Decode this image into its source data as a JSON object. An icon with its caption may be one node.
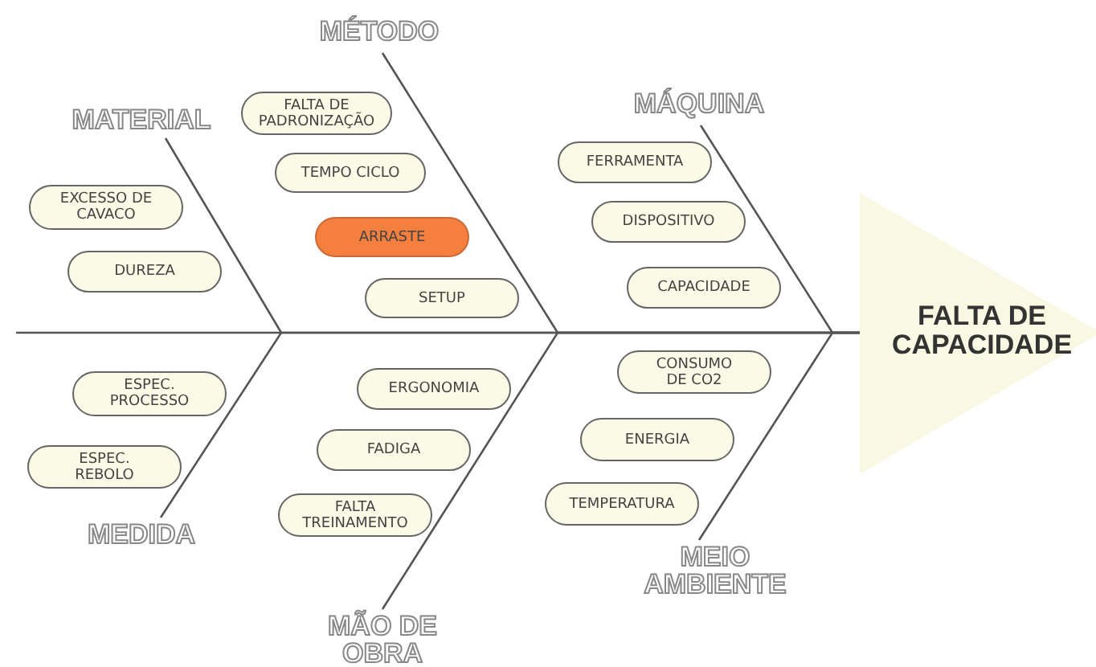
{
  "diagram": {
    "nodes": [
      {
        "text": [
          "MATERIAL"
        ]
      },
      {
        "text": [
          "EXCESSO DE CAVACO"
        ]
      },
      {
        "text": [
          "DUREZA"
        ]
      },
      {
        "text": [
          "MÉTODO"
        ]
      },
      {
        "text": [
          "FALTA DE PADRONIZAÇÃO"
        ]
      },
      {
        "text": [
          "TEMPO CICLO"
        ]
      },
      {
        "text": [
          "ARRASTE"
        ]
      },
      {
        "text": [
          "SETUP"
        ]
      },
      {
        "text": [
          "MÁQUINA"
        ]
      },
      {
        "text": [
          "FERRAMENTA"
        ]
      },
      {
        "text": [
          "DISPOSITIVO"
        ]
      },
      {
        "text": [
          "CAPACIDADE"
        ]
      },
      {
        "text": [
          "FALTA DE CAPACIDADE"
        ]
      },
      {
        "text": [
          "ESPEC. PROCESSO"
        ]
      },
      {
        "text": [
          "ESPEC. REBOLO"
        ]
      },
      {
        "text": [
          "MEDIDA"
        ]
      },
      {
        "text": [
          "ERGONOMIA"
        ]
      },
      {
        "text": [
          "FADIGA"
        ]
      },
      {
        "text": [
          "FALTA TREINAMENTO"
        ]
      },
      {
        "text": [
          "MÃO DE OBRA"
        ]
      },
      {
        "text": [
          "CONSUMO DE CO2"
        ]
      },
      {
        "text": [
          "ENERGIA"
        ]
      },
      {
        "text": [
          "TEMPERATURA"
        ]
      },
      {
        "text": [
          "MEIO AMBIENTE"
        ]
      }
    ],
    "edges": [
      {
        "from": 0,
        "to": 12,
        "arrow": "none"
      },
      {
        "from": 3,
        "to": 12,
        "arrow": "none"
      },
      {
        "from": 8,
        "to": 12,
        "arrow": "none"
      },
      {
        "from": 15,
        "to": 12,
        "arrow": "none"
      },
      {
        "from": 19,
        "to": 12,
        "arrow": "none"
      },
      {
        "from": 23,
        "to": 12,
        "arrow": "none"
      }
    ]
  }
}
